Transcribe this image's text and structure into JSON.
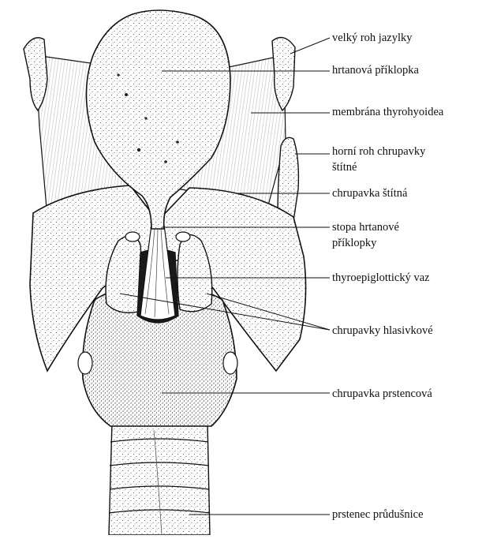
{
  "labels": {
    "velky_roh_jazylky": "velký roh jazylky",
    "hrtanova_priklopka": "hrtanová příklopka",
    "membrana_thyrohyoidea": "membrána thyrohyoidea",
    "horni_roh_line1": "horní roh chrupavky",
    "horni_roh_line2": "štítné",
    "chrupavka_stitna": "chrupavka štítná",
    "stopa_line1": "stopa hrtanové",
    "stopa_line2": "příklopky",
    "thyroepiglotticky_vaz": "thyroepiglottický vaz",
    "chrupavky_hlasivkove": "chrupavky hlasivkové",
    "chrupavka_prstencova": "chrupavka prstencová",
    "prstenec_prudusnice": "prstenec průdušnice"
  },
  "colors": {
    "ink": "#111111",
    "paper": "#ffffff"
  }
}
